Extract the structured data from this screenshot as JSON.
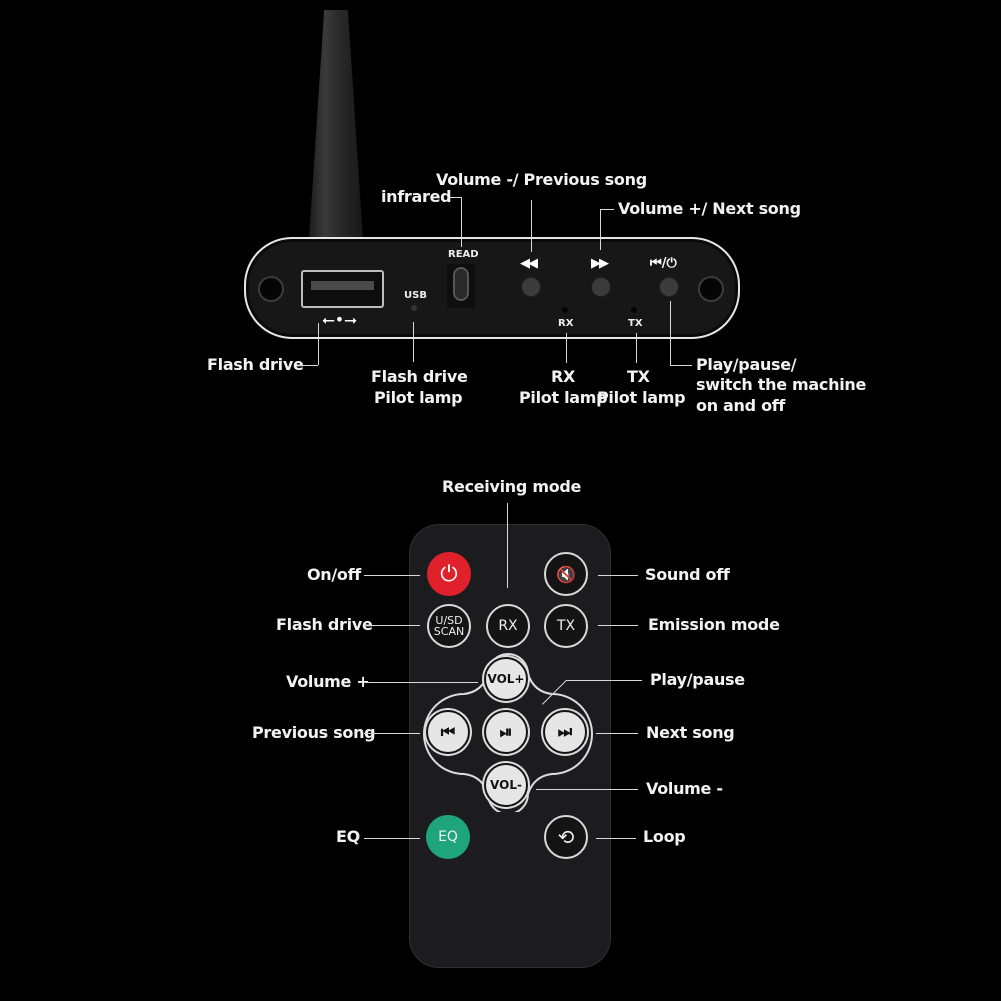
{
  "device": {
    "panel_labels": {
      "read": "READ",
      "usb": "USB",
      "rx": "RX",
      "tx": "TX",
      "prev_icon": "◀◀",
      "next_icon": "▶▶",
      "play_power_icon": "⏮/⏻"
    },
    "callouts": {
      "infrared": "infrared",
      "volume_minus_prev": "Volume -/ Previous song",
      "volume_plus_next": "Volume +/ Next song",
      "flash_drive": "Flash drive",
      "flash_drive_lamp_1": "Flash drive",
      "flash_drive_lamp_2": "Pilot lamp",
      "rx_lamp_1": "RX",
      "rx_lamp_2": "Pilot lamp",
      "tx_lamp_1": "TX",
      "tx_lamp_2": "Pilot lamp",
      "play_pause_1": "Play/pause/",
      "play_pause_2": "switch the machine",
      "play_pause_3": "on and off"
    }
  },
  "remote": {
    "buttons": {
      "power": "⏻",
      "mute": "🔇",
      "usd_scan_1": "U/SD",
      "usd_scan_2": "SCAN",
      "rx": "RX",
      "tx": "TX",
      "vol_plus": "VOL+",
      "prev": "⏮",
      "play_pause": "⏯",
      "next": "⏭",
      "vol_minus": "VOL-",
      "eq": "EQ",
      "loop": "⟲"
    },
    "colors": {
      "power": "#e0202a",
      "eq": "#1fa57a"
    },
    "callouts": {
      "receiving_mode": "Receiving mode",
      "on_off": "On/off",
      "sound_off": "Sound off",
      "flash_drive": "Flash drive",
      "emission_mode": "Emission mode",
      "volume_plus": "Volume +",
      "play_pause": "Play/pause",
      "previous_song": "Previous song",
      "next_song": "Next song",
      "volume_minus": "Volume -",
      "eq": "EQ",
      "loop": "Loop"
    }
  }
}
